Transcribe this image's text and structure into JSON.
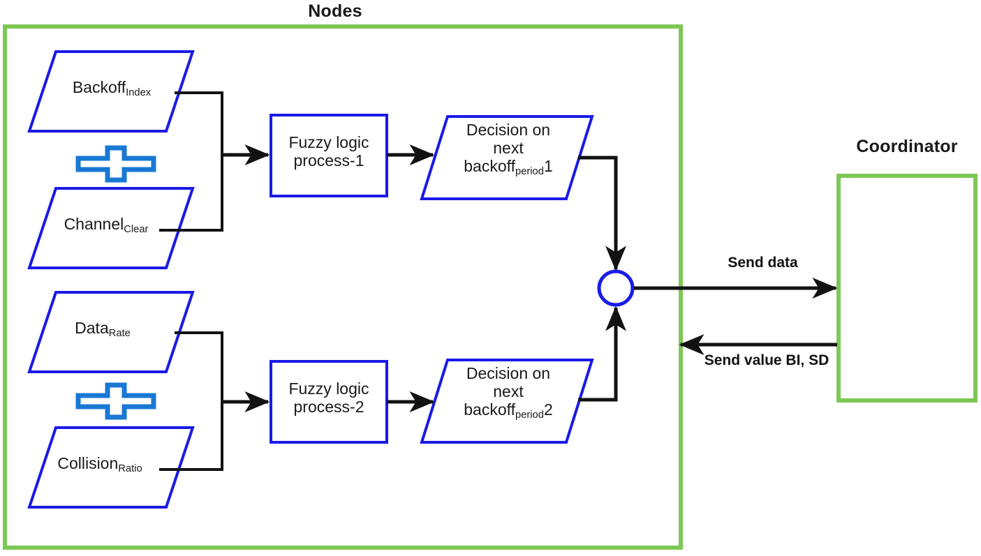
{
  "diagram": {
    "title_nodes": "Nodes",
    "title_coordinator": "Coordinator",
    "colors": {
      "group_border_green": "#7dc855",
      "shape_border_blue": "#1a1ae6",
      "plus_blue": "#1878d4",
      "line_black": "#121212",
      "text_black": "#1a1a1a",
      "canvas": "#ffffff"
    },
    "containers": [
      {
        "id": "nodes",
        "label": "Nodes"
      },
      {
        "id": "coordinator",
        "label": "Coordinator"
      }
    ],
    "inputs": [
      {
        "id": "backoff-index",
        "base": "Backoff",
        "sub": "Index"
      },
      {
        "id": "channel-clear",
        "base": "Channel",
        "sub": "Clear"
      },
      {
        "id": "data-rate",
        "base": "Data",
        "sub": "Rate"
      },
      {
        "id": "collision-ratio",
        "base": "Collision",
        "sub": "Ratio"
      }
    ],
    "operators": [
      {
        "id": "plus-upper",
        "symbol": "+"
      },
      {
        "id": "plus-lower",
        "symbol": "+"
      }
    ],
    "processes": [
      {
        "id": "fuzzy-1",
        "line1": "Fuzzy logic",
        "line2": "process-1"
      },
      {
        "id": "fuzzy-2",
        "line1": "Fuzzy logic",
        "line2": "process-2"
      }
    ],
    "decisions": [
      {
        "id": "decision-1",
        "line1": "Decision on",
        "line2": "next",
        "base": "backoff",
        "sub": "period",
        "index": "1"
      },
      {
        "id": "decision-2",
        "line1": "Decision on",
        "line2": "next",
        "base": "backoff",
        "sub": "period",
        "index": "2"
      }
    ],
    "junction": {
      "id": "merge-junction",
      "symbol": ""
    },
    "edge_labels": [
      {
        "id": "send-data",
        "text": "Send data",
        "direction": "to-coordinator"
      },
      {
        "id": "send-value",
        "text": "Send  value BI, SD",
        "direction": "to-nodes"
      }
    ]
  }
}
